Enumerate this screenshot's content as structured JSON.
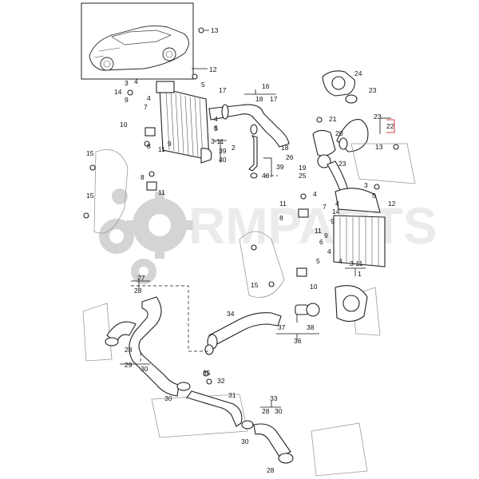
{
  "watermark": {
    "text": "RMPARTS"
  },
  "callouts": [
    {
      "id": "c13a",
      "label": "13"
    },
    {
      "id": "c12a",
      "label": "12"
    },
    {
      "id": "c3a",
      "label": "3"
    },
    {
      "id": "c4a",
      "label": "4"
    },
    {
      "id": "c5a",
      "label": "5"
    },
    {
      "id": "c14a",
      "label": "14"
    },
    {
      "id": "c9a",
      "label": "9"
    },
    {
      "id": "c4b",
      "label": "4"
    },
    {
      "id": "c7a",
      "label": "7"
    },
    {
      "id": "c17a",
      "label": "17"
    },
    {
      "id": "c16",
      "label": "16"
    },
    {
      "id": "c18a",
      "label": "18"
    },
    {
      "id": "c17b",
      "label": "17"
    },
    {
      "id": "c4c",
      "label": "4"
    },
    {
      "id": "c5b",
      "label": "5"
    },
    {
      "id": "c6",
      "label": "6"
    },
    {
      "id": "c10a",
      "label": "10"
    },
    {
      "id": "c8a",
      "label": "8"
    },
    {
      "id": "c11a",
      "label": "11"
    },
    {
      "id": "c9b",
      "label": "9"
    },
    {
      "id": "c311a",
      "label": "3-11"
    },
    {
      "id": "c2",
      "label": "2"
    },
    {
      "id": "c39a",
      "label": "39"
    },
    {
      "id": "c40a",
      "label": "40"
    },
    {
      "id": "c40b",
      "label": "40"
    },
    {
      "id": "c39b",
      "label": "39"
    },
    {
      "id": "c15a",
      "label": "15"
    },
    {
      "id": "c8b",
      "label": "8"
    },
    {
      "id": "c11b",
      "label": "11"
    },
    {
      "id": "c24",
      "label": "24"
    },
    {
      "id": "c23a",
      "label": "23"
    },
    {
      "id": "c21",
      "label": "21"
    },
    {
      "id": "c23b",
      "label": "23"
    },
    {
      "id": "c22",
      "label": "22"
    },
    {
      "id": "c20",
      "label": "20"
    },
    {
      "id": "c18b",
      "label": "18"
    },
    {
      "id": "c26",
      "label": "26"
    },
    {
      "id": "c19",
      "label": "19"
    },
    {
      "id": "c25",
      "label": "25"
    },
    {
      "id": "c23c",
      "label": "23"
    },
    {
      "id": "c13b",
      "label": "13"
    },
    {
      "id": "c15b",
      "label": "15"
    },
    {
      "id": "c3b",
      "label": "3"
    },
    {
      "id": "c4d",
      "label": "4"
    },
    {
      "id": "c5c",
      "label": "5"
    },
    {
      "id": "c12b",
      "label": "12"
    },
    {
      "id": "c11c",
      "label": "11"
    },
    {
      "id": "c4e",
      "label": "4"
    },
    {
      "id": "c7b",
      "label": "7"
    },
    {
      "id": "c14b",
      "label": "14"
    },
    {
      "id": "c9c",
      "label": "9"
    },
    {
      "id": "c8c",
      "label": "8"
    },
    {
      "id": "c11d",
      "label": "11"
    },
    {
      "id": "c9d",
      "label": "9"
    },
    {
      "id": "c4f",
      "label": "4"
    },
    {
      "id": "c6b",
      "label": "6"
    },
    {
      "id": "c5d",
      "label": "5"
    },
    {
      "id": "c4g",
      "label": "4"
    },
    {
      "id": "c311b",
      "label": "3-11"
    },
    {
      "id": "c1",
      "label": "1"
    },
    {
      "id": "c15c",
      "label": "15"
    },
    {
      "id": "c10b",
      "label": "10"
    },
    {
      "id": "c27",
      "label": "27"
    },
    {
      "id": "c28a",
      "label": "28"
    },
    {
      "id": "c34",
      "label": "34"
    },
    {
      "id": "c37",
      "label": "37"
    },
    {
      "id": "c38",
      "label": "38"
    },
    {
      "id": "c36",
      "label": "36"
    },
    {
      "id": "c28b",
      "label": "28"
    },
    {
      "id": "c29",
      "label": "29"
    },
    {
      "id": "c30a",
      "label": "30"
    },
    {
      "id": "c35",
      "label": "35"
    },
    {
      "id": "c32",
      "label": "32"
    },
    {
      "id": "c30b",
      "label": "30"
    },
    {
      "id": "c31",
      "label": "31"
    },
    {
      "id": "c33",
      "label": "33"
    },
    {
      "id": "c28c",
      "label": "28"
    },
    {
      "id": "c30c",
      "label": "30"
    },
    {
      "id": "c30d",
      "label": "30"
    },
    {
      "id": "c28d",
      "label": "28"
    }
  ]
}
